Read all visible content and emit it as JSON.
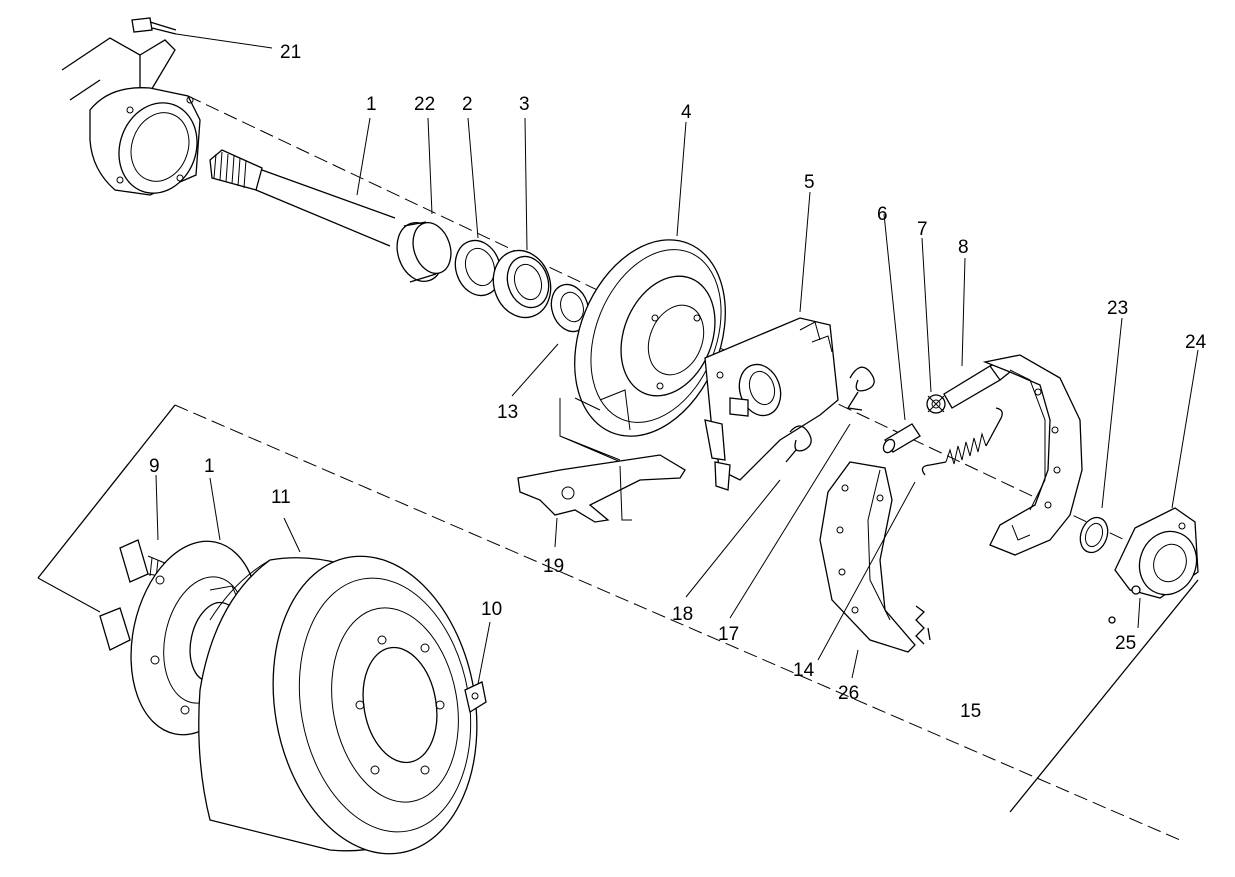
{
  "callouts": {
    "c21": "21",
    "c1a": "1",
    "c22": "22",
    "c2": "2",
    "c3": "3",
    "c4": "4",
    "c5": "5",
    "c6": "6",
    "c7": "7",
    "c8": "8",
    "c23": "23",
    "c24": "24",
    "c13": "13",
    "c9": "9",
    "c1b": "1",
    "c11": "11",
    "c19": "19",
    "c18": "18",
    "c17": "17",
    "c10": "10",
    "c14": "14",
    "c26": "26",
    "c15": "15",
    "c25": "25"
  }
}
